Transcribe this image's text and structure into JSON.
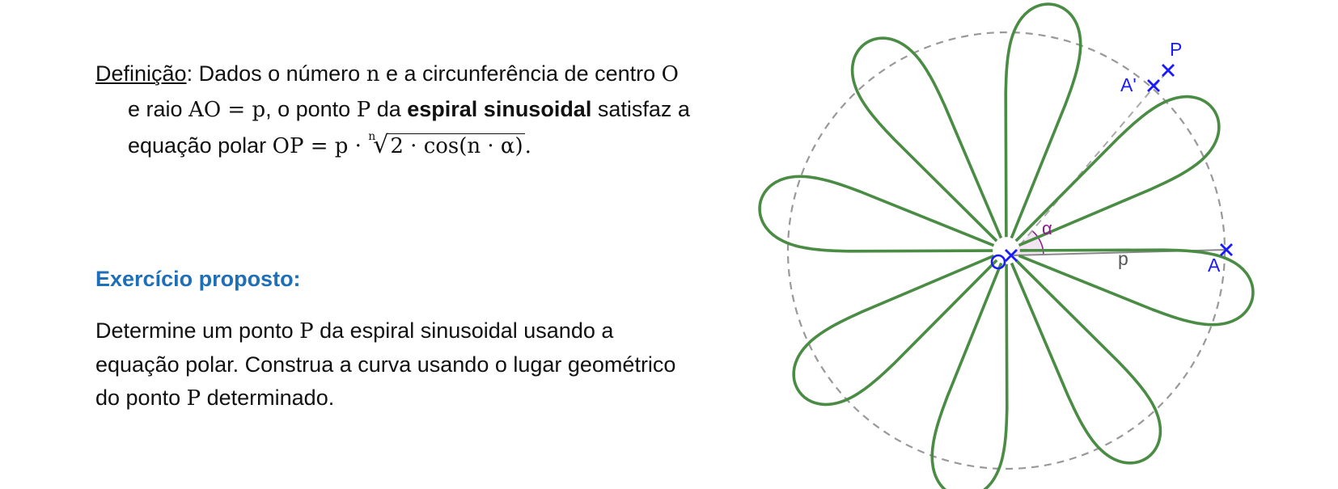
{
  "definition": {
    "label": "Definição",
    "line1_a": ": Dados o número ",
    "n1": "n",
    "line1_b": " e a circunferência de centro ",
    "o1": "O",
    "line2_a": "e raio ",
    "ao_eq": "AO = p",
    "line2_b": ", o ponto ",
    "p1": "P",
    "line2_c": " da ",
    "bold_term": "espiral sinusoidal",
    "line2_d": " satisfaz a",
    "line3_a": "equação polar ",
    "eq_lhs": "OP = p · ",
    "root_index": "n",
    "root_sign": "√",
    "radicand": "2 · cos(n · α)",
    "period": "."
  },
  "exercise": {
    "heading": "Exercício proposto:",
    "line1_a": "Determine um ponto ",
    "p": "P",
    "line1_b": " da espiral sinusoidal usando a",
    "line2": "equação polar. Construa a curva usando o lugar geométrico",
    "line3_a": "do ponto ",
    "p2": "P",
    "line3_b": " determinado."
  },
  "figure": {
    "petals": 8,
    "curve_color": "#4a8c44",
    "circle_color": "#999999",
    "point_color": "#1a1aff",
    "angle_color": "#8b1a8b",
    "labels": {
      "O": "O",
      "A": "A",
      "A_prime": "A'",
      "P": "P",
      "p": "p",
      "alpha": "α"
    }
  }
}
